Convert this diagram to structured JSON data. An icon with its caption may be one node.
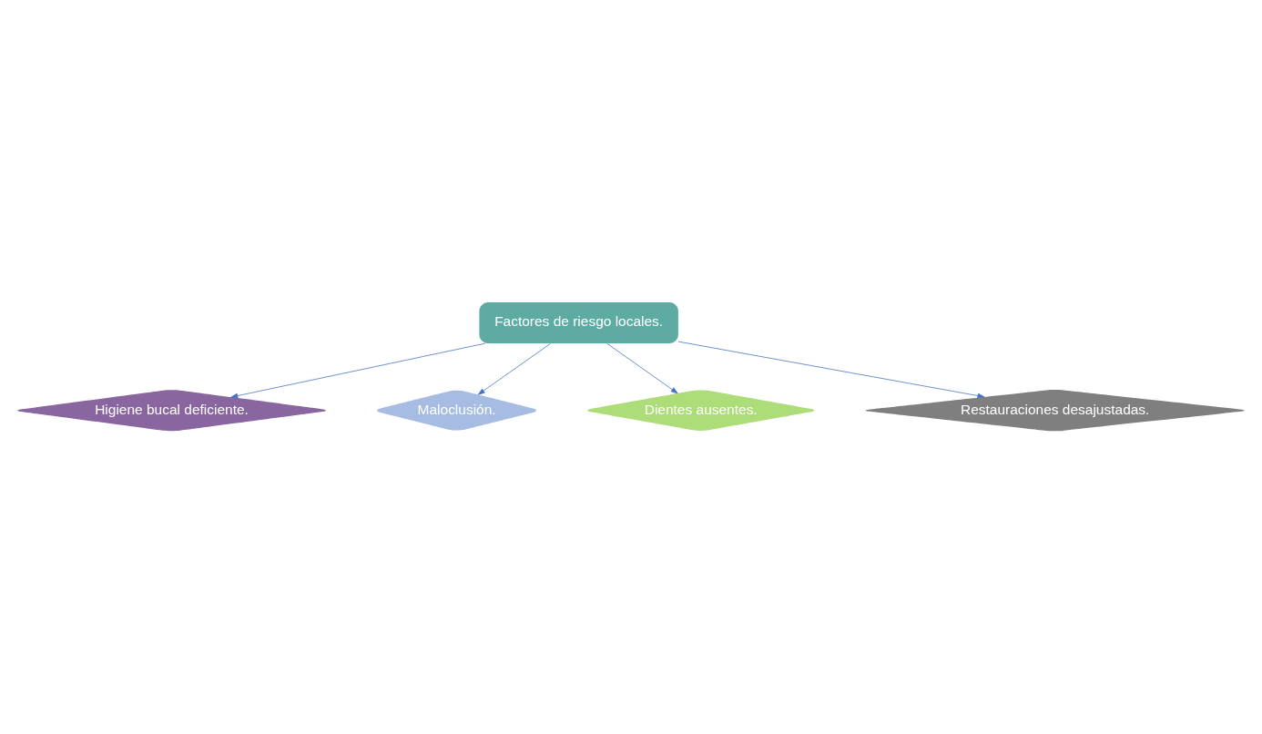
{
  "diagram": {
    "nodes": [
      {
        "text": [
          "Higiene bucal deficiente."
        ]
      },
      {
        "text": [
          "Maloclusión."
        ]
      },
      {
        "text": [
          "Factores de riesgo locales."
        ]
      },
      {
        "text": [
          "Dientes ausentes."
        ]
      },
      {
        "text": [
          "Restauraciones desajustadas."
        ]
      }
    ],
    "edges": [
      {
        "from": 2,
        "to": 0,
        "arrow": "to"
      },
      {
        "from": 2,
        "to": 1,
        "arrow": "to"
      },
      {
        "from": 2,
        "to": 3,
        "arrow": "to"
      },
      {
        "from": 2,
        "to": 4,
        "arrow": "to"
      }
    ]
  }
}
